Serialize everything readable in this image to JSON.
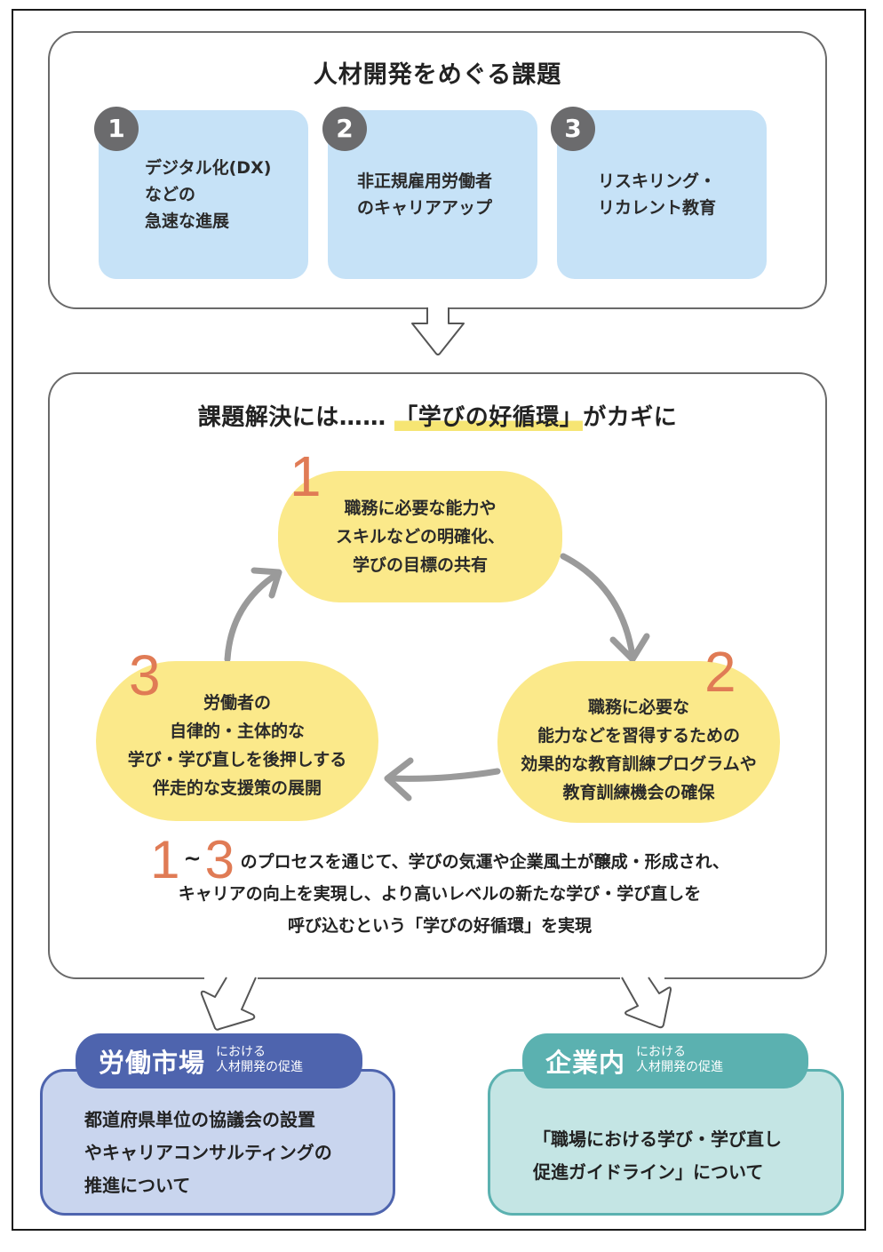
{
  "header": {
    "title": "人材開発をめぐる課題"
  },
  "issues": [
    {
      "number": "1",
      "text": "デジタル化(DX)\nなどの\n急速な進展"
    },
    {
      "number": "2",
      "text": "非正規雇用労働者\nのキャリアアップ"
    },
    {
      "number": "3",
      "text": "リスキリング・\nリカレント教育"
    }
  ],
  "solution": {
    "title_prefix": "課題解決には……",
    "title_highlight": "「学びの好循環」",
    "title_suffix": "がカギに"
  },
  "cycle": {
    "steps": [
      {
        "number": "1",
        "text": "職務に必要な能力や\nスキルなどの明確化、\n学びの目標の共有"
      },
      {
        "number": "2",
        "text": "職務に必要な\n能力などを習得するための\n効果的な教育訓練プログラムや\n教育訓練機会の確保"
      },
      {
        "number": "3",
        "text": "労働者の\n自律的・主体的な\n学び・学び直しを後押しする\n伴走的な支援策の展開"
      }
    ],
    "arrow_icon": "cycle-arrow"
  },
  "summary": {
    "range_start": "1",
    "range_sep": "~",
    "range_end": "3",
    "line1": "のプロセスを通じて、学びの気運や企業風土が醸成・形成され、",
    "line2": "キャリアの向上を実現し、より高いレベルの新たな学び・学び直しを",
    "line3": "呼び込むという「学びの好循環」を実現"
  },
  "outcomes": [
    {
      "tab_main": "労働市場",
      "tab_sub": "における\n人材開発の促進",
      "text": "都道府県単位の協議会の設置\nやキャリアコンサルティングの\n推進について",
      "color": "#4e64ae"
    },
    {
      "tab_main": "企業内",
      "tab_sub": "における\n人材開発の促進",
      "text": "「職場における学び・学び直し\n促進ガイドライン」について",
      "color": "#5bb1b0"
    }
  ],
  "colors": {
    "issue_card": "#c6e2f7",
    "issue_badge": "#6b6b6d",
    "step_fill": "#fbe98a",
    "step_number": "#e07b55",
    "cycle_arrow": "#9a9a9a"
  }
}
